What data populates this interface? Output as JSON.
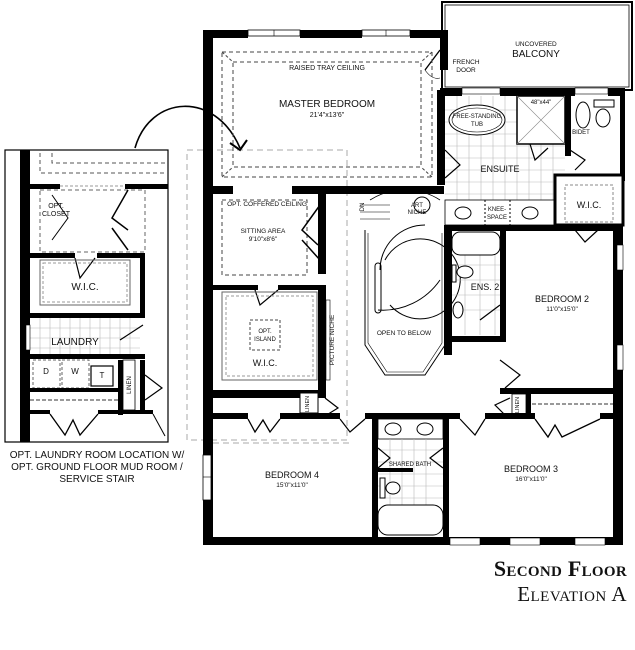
{
  "title": {
    "main": "Second Floor",
    "sub": "Elevation A"
  },
  "caption": {
    "line1": "OPT. LAUNDRY ROOM LOCATION W/",
    "line2": "OPT. GROUND FLOOR MUD ROOM /",
    "line3": "SERVICE STAIR"
  },
  "rooms": {
    "master_bedroom": {
      "name": "MASTER BEDROOM",
      "size": "21'4\"x13'6\"",
      "ceiling": "RAISED TRAY CEILING"
    },
    "balcony": {
      "name": "BALCONY",
      "qualifier": "UNCOVERED"
    },
    "french_door": {
      "line1": "FRENCH",
      "line2": "DOOR"
    },
    "ensuite": {
      "name": "ENSUITE",
      "tub_line1": "FREE-STANDING",
      "tub_line2": "TUB",
      "shower": "48\"x44\"",
      "bidet": "BIDET",
      "knee_line1": "KNEE-",
      "knee_line2": "SPACE"
    },
    "ensuite_wic": {
      "name": "W.I.C."
    },
    "sitting_area": {
      "name": "SITTING AREA",
      "size": "9'10\"x8'6\"",
      "ceiling": "OPT. COFFERED CEILING"
    },
    "master_wic": {
      "name": "W.I.C.",
      "island_line1": "OPT.",
      "island_line2": "ISLAND"
    },
    "picture_niche": {
      "name": "PICTURE NICHE"
    },
    "stair": {
      "art_line1": "ART",
      "art_line2": "NICHE",
      "dn": "DN",
      "open": "OPEN TO BELOW"
    },
    "ens2": {
      "name": "ENS. 2"
    },
    "bedroom2": {
      "name": "BEDROOM 2",
      "size": "11'0\"x15'0\""
    },
    "bedroom3": {
      "name": "BEDROOM 3",
      "size": "16'0\"x11'0\""
    },
    "bedroom4": {
      "name": "BEDROOM 4",
      "size": "15'0\"x11'0\""
    },
    "shared_bath": {
      "name": "SHARED BATH"
    },
    "linen": {
      "name": "LINEN"
    }
  },
  "inset": {
    "opt_closet_line1": "OPT.",
    "opt_closet_line2": "CLOSET",
    "wic": "W.I.C.",
    "laundry": "LAUNDRY",
    "dryer": "D",
    "washer": "W",
    "tub": "T",
    "linen": "LINEN"
  }
}
